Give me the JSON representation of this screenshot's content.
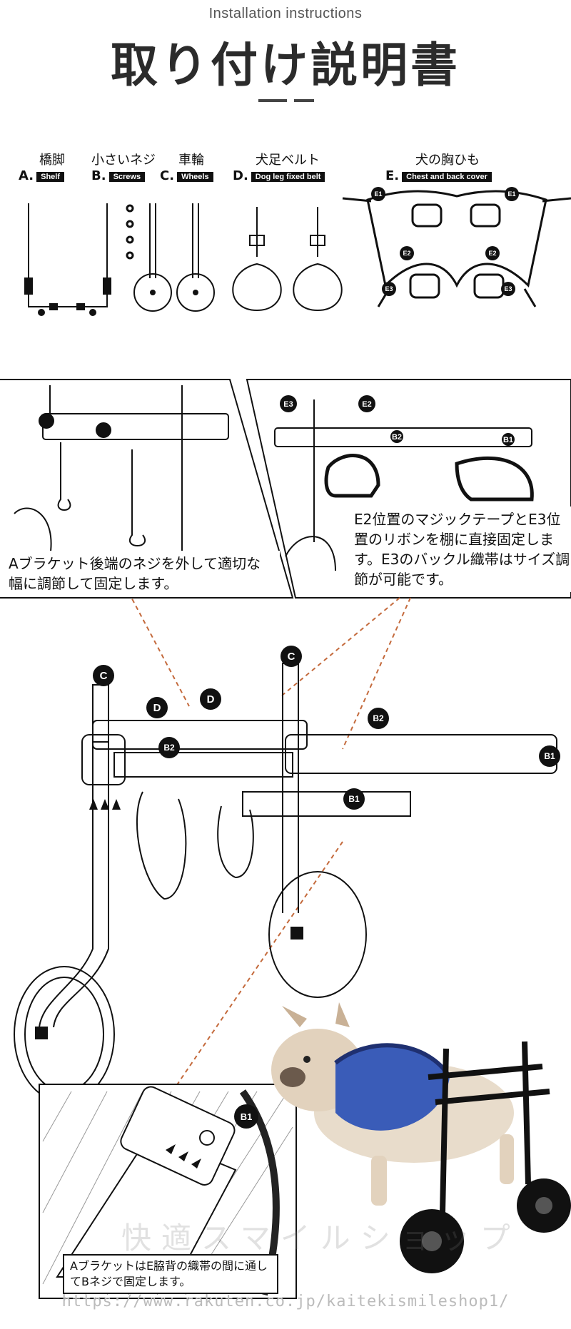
{
  "header": {
    "subtitle": "Installation instructions",
    "title": "取り付け説明書"
  },
  "parts": [
    {
      "jp": "橋脚",
      "letter": "A.",
      "en": "Shelf"
    },
    {
      "jp": "小さいネジ",
      "letter": "B.",
      "en": "Screws"
    },
    {
      "jp": "車輪",
      "letter": "C.",
      "en": "Wheels"
    },
    {
      "jp": "犬足ベルト",
      "letter": "D.",
      "en": "Dog leg fixed belt"
    },
    {
      "jp": "犬の胸ひも",
      "letter": "E.",
      "en": "Chest and back cover"
    }
  ],
  "markers": {
    "e1": "E1",
    "e2": "E2",
    "e3": "E3",
    "b1": "B1",
    "b2": "B2",
    "c": "C",
    "d": "D"
  },
  "notes": {
    "left": "Aブラケット後端のネジを外して適切な幅に調節して固定します。",
    "right": "E2位置のマジックテープとE3位置のリボンを棚に直接固定します。E3のバックル織帯はサイズ調節が可能です。",
    "bottom": "AブラケットはE脇背の織帯の間に通してBネジで固定します。"
  },
  "watermark": "快適スマイルショップ",
  "url": "https://www.rakuten.co.jp/kaitekismileshop1/"
}
